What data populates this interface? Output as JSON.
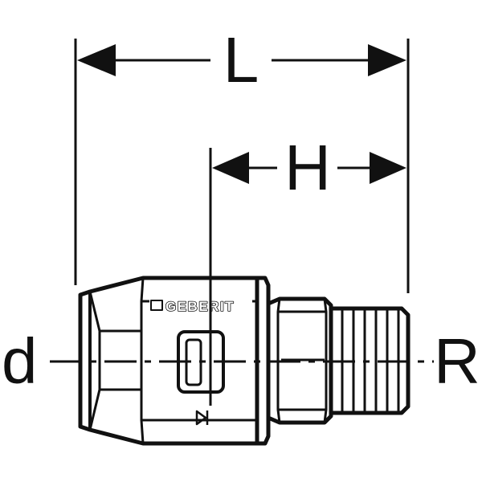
{
  "dimensions": {
    "overall_length_label": "L",
    "insertion_length_label": "H",
    "pipe_diameter_label": "d",
    "thread_label": "R"
  },
  "fitting": {
    "brand_text": "GEBERIT"
  },
  "colors": {
    "line": "#111111",
    "background": "#ffffff"
  }
}
